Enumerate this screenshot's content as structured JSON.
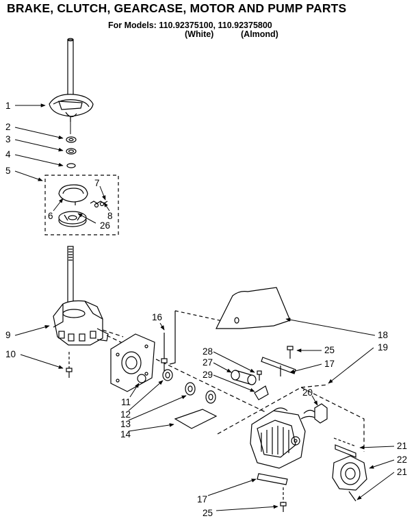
{
  "header": {
    "title": "BRAKE, CLUTCH, GEARCASE, MOTOR AND PUMP PARTS",
    "models_line": "For Models: 110.92375100, 110.92375800",
    "variant_white": "(White)",
    "variant_almond": "(Almond)"
  },
  "callouts": [
    {
      "id": "c1",
      "label": "1"
    },
    {
      "id": "c2",
      "label": "2"
    },
    {
      "id": "c3",
      "label": "3"
    },
    {
      "id": "c4",
      "label": "4"
    },
    {
      "id": "c5",
      "label": "5"
    },
    {
      "id": "c6",
      "label": "6"
    },
    {
      "id": "c7",
      "label": "7"
    },
    {
      "id": "c8",
      "label": "8"
    },
    {
      "id": "c26",
      "label": "26"
    },
    {
      "id": "c9",
      "label": "9"
    },
    {
      "id": "c10",
      "label": "10"
    },
    {
      "id": "c11",
      "label": "11"
    },
    {
      "id": "c12",
      "label": "12"
    },
    {
      "id": "c13",
      "label": "13"
    },
    {
      "id": "c14",
      "label": "14"
    },
    {
      "id": "c16",
      "label": "16"
    },
    {
      "id": "c18",
      "label": "18"
    },
    {
      "id": "c19",
      "label": "19"
    },
    {
      "id": "c25a",
      "label": "25"
    },
    {
      "id": "c17a",
      "label": "17"
    },
    {
      "id": "c28",
      "label": "28"
    },
    {
      "id": "c27",
      "label": "27"
    },
    {
      "id": "c29",
      "label": "29"
    },
    {
      "id": "c20",
      "label": "20"
    },
    {
      "id": "c21a",
      "label": "21"
    },
    {
      "id": "c22",
      "label": "22"
    },
    {
      "id": "c21b",
      "label": "21"
    },
    {
      "id": "c17b",
      "label": "17"
    },
    {
      "id": "c25b",
      "label": "25"
    }
  ]
}
